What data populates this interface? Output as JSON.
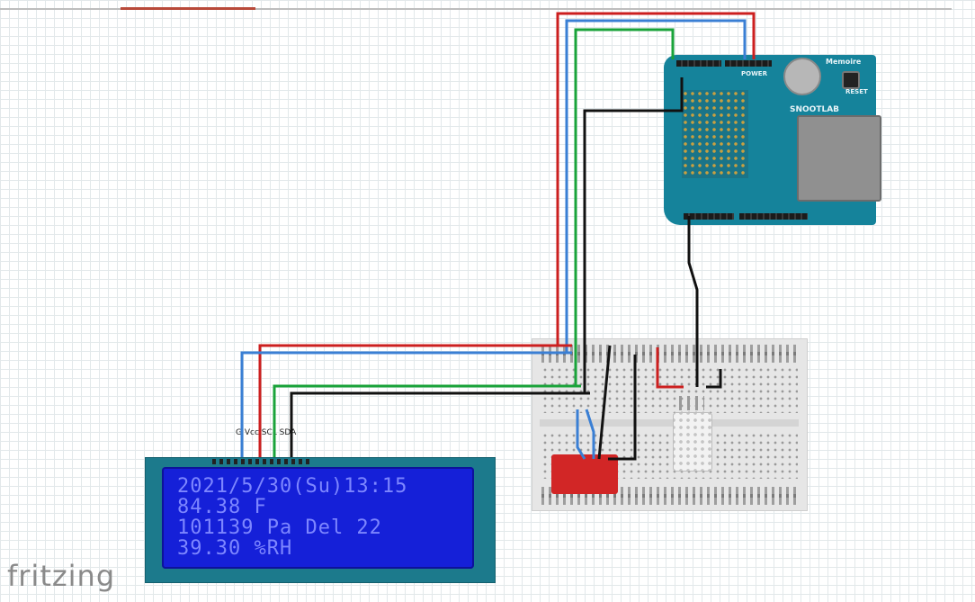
{
  "app": {
    "logo_text": "fritzing"
  },
  "lcd": {
    "header_pin_label": "G Vcc SCL SDA",
    "lines": [
      "2021/5/30(Su)13:15",
      "84.38 F",
      "101139 Pa Del 22",
      "39.30 %RH"
    ]
  },
  "arduino_shield": {
    "brand_top": "Memoire",
    "brand_main": "SNOOTLAB",
    "header_power_label": "POWER",
    "header_reset_label": "RESET"
  },
  "colors": {
    "wire_red": "#cc1f1f",
    "wire_blue": "#3a7fd4",
    "wire_green": "#1aa33a",
    "wire_black": "#111111",
    "lcd_background": "#1520d8",
    "lcd_text": "#7d86ff",
    "board_teal": "#15839b",
    "sensor_red": "#d22626"
  },
  "icons": {
    "logo": "fritzing-logo",
    "lcd": "lcd-20x4-icon",
    "arduino": "arduino-shield-icon",
    "breadboard": "breadboard-icon",
    "pressure_sensor": "pressure-sensor-icon",
    "humidity_sensor": "humidity-sensor-icon"
  }
}
